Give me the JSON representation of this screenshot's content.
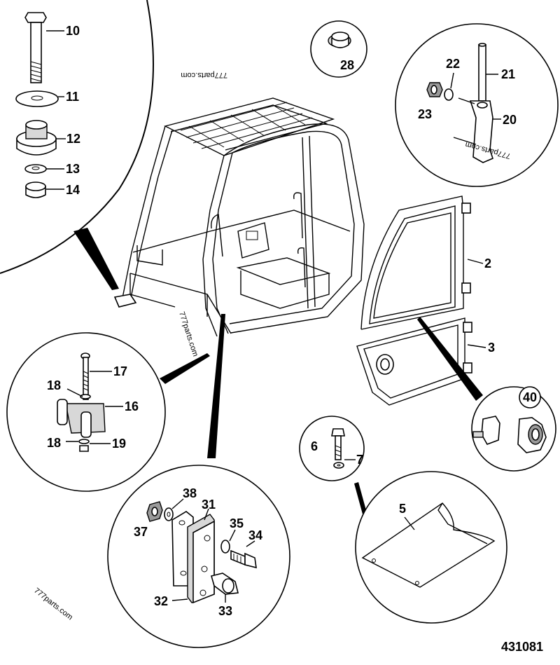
{
  "part_numbers": {
    "p10": "10",
    "p11": "11",
    "p12": "12",
    "p13": "13",
    "p14": "14",
    "p28": "28",
    "p21": "21",
    "p22": "22",
    "p23": "23",
    "p20": "20",
    "p2": "2",
    "p3": "3",
    "p17": "17",
    "p18a": "18",
    "p16": "16",
    "p18b": "18",
    "p19": "19",
    "p40": "40",
    "p6": "6",
    "p7": "7",
    "p5": "5",
    "p38": "38",
    "p31": "31",
    "p37": "37",
    "p35": "35",
    "p34": "34",
    "p32": "32",
    "p33": "33"
  },
  "watermarks": {
    "w1": "777parts.com",
    "w2": "777parts.com",
    "w3": "777parts.com",
    "w4": "777parts.com"
  },
  "diagram_number": "431081"
}
